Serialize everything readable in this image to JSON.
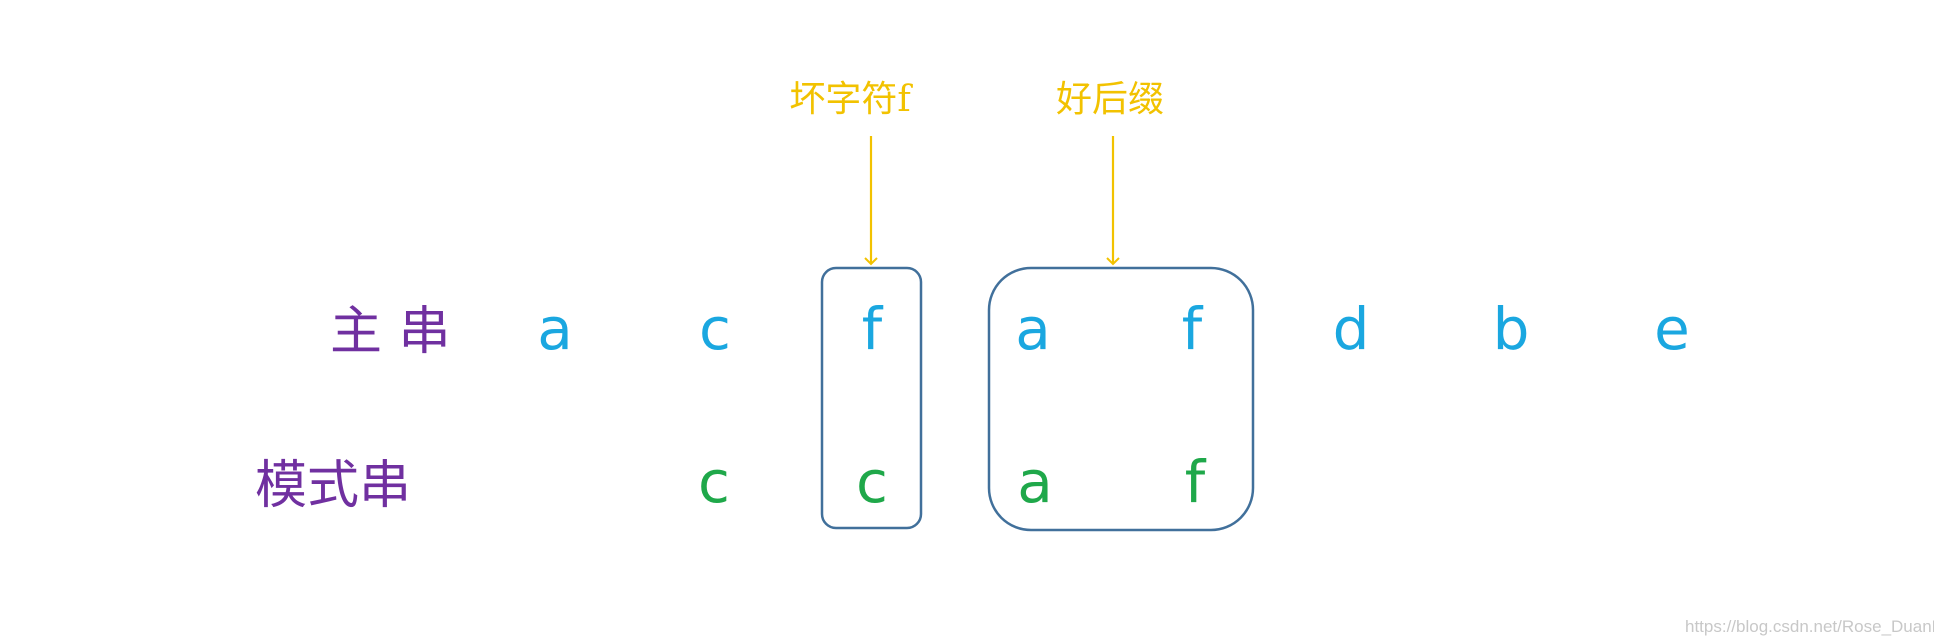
{
  "labels": {
    "main": "主 串",
    "pattern": "模式串"
  },
  "main_string": [
    "a",
    "c",
    "f",
    "a",
    "f",
    "d",
    "b",
    "e"
  ],
  "pattern_string": [
    "c",
    "c",
    "a",
    "f"
  ],
  "annotations": {
    "bad_char": "坏字符f",
    "good_suffix": "好后缀"
  },
  "watermark": "https://blog.csdn.net/Rose_DuanM",
  "colors": {
    "label": "#7030a0",
    "main_char": "#1aa7e0",
    "pattern_char": "#1fa84a",
    "annotation": "#f2c200",
    "box": "#41709b"
  }
}
